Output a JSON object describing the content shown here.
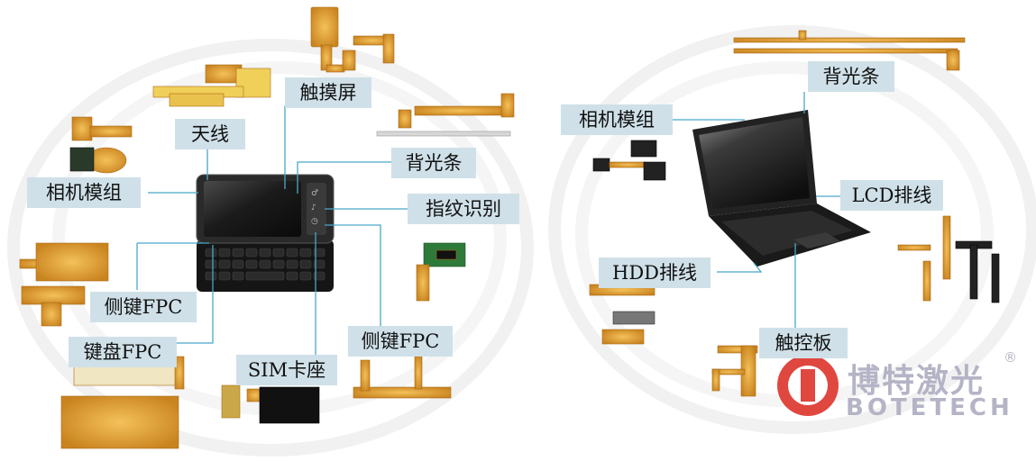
{
  "phone_labels": {
    "touch_screen": "触摸屏",
    "antenna": "天线",
    "backlight": "背光条",
    "camera_module": "相机模组",
    "fingerprint": "指纹识别",
    "side_key_left": "侧键FPC",
    "keyboard": "键盘FPC",
    "sim_socket": "SIM卡座",
    "side_key_bottom": "侧键FPC"
  },
  "laptop_labels": {
    "backlight": "背光条",
    "camera_module": "相机模组",
    "lcd_cable": "LCD排线",
    "hdd_cable": "HDD排线",
    "touchpad": "触控板"
  },
  "logo": {
    "cn": "博特激光",
    "en": "BOTETECH",
    "registered": "®"
  },
  "colors": {
    "label_bg": "#cfe0e8",
    "leader_line": "#49a8c9",
    "fpc_amber": "#d9982a",
    "logo_red": "#e0473f",
    "logo_grey": "#b4b4c6"
  }
}
